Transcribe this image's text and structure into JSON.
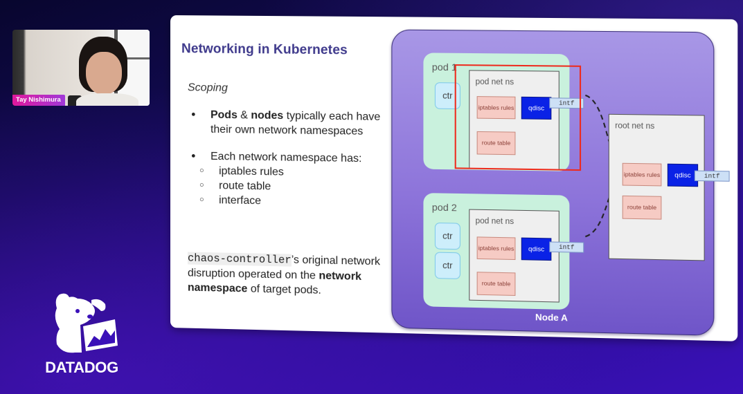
{
  "speaker": {
    "name": "Tay Nishimura"
  },
  "slide": {
    "title": "Networking in Kubernetes",
    "subtitle": "Scoping",
    "bullets": [
      {
        "bold1": "Pods",
        "mid": " & ",
        "bold2": "nodes",
        "rest": " typically each have their own network namespaces"
      },
      {
        "text": "Each network namespace has:",
        "subitems": [
          "iptables rules",
          "route table",
          "interface"
        ]
      }
    ],
    "paragraph": {
      "code": "chaos-controller",
      "after_code": "’s original network disruption operated on the ",
      "bold": "network namespace",
      "end": " of target pods."
    }
  },
  "diagram": {
    "node_label": "Node A",
    "pods": [
      {
        "label": "pod 1",
        "ns_label": "pod net ns",
        "containers": [
          "ctr"
        ],
        "iptables": "iptables rules",
        "route_table": "route table",
        "qdisc": "qdisc",
        "intf": "intf",
        "highlighted": true
      },
      {
        "label": "pod 2",
        "ns_label": "pod net ns",
        "containers": [
          "ctr",
          "ctr"
        ],
        "iptables": "iptables rules",
        "route_table": "route table",
        "qdisc": "qdisc",
        "intf": "intf",
        "highlighted": false
      }
    ],
    "root_ns": {
      "label": "root net ns",
      "iptables": "iptables rules",
      "route_table": "route table",
      "qdisc": "qdisc",
      "intf": "intf"
    },
    "colors": {
      "highlight": "#ee2a1c",
      "qdisc": "#0a22e6",
      "pod": "#c9f1dd",
      "node": "#8d74da"
    }
  },
  "brand": {
    "logo_text": "DATADOG"
  }
}
